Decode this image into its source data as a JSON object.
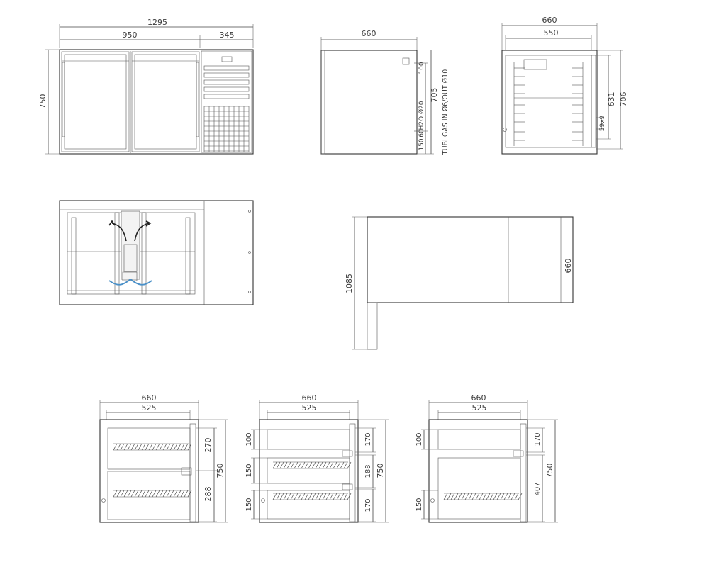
{
  "front_view": {
    "total_width": "1295",
    "left_width": "950",
    "right_width": "345",
    "height": "750"
  },
  "side_view": {
    "depth": "660",
    "height": "705",
    "h1": "100",
    "h2": "150",
    "h3": "60",
    "water_label": "H2O Ø20",
    "gas_label": "TUBI GAS IN Ø6/OUT Ø10"
  },
  "rear_view": {
    "width": "660",
    "inner_width": "550",
    "h_631": "631",
    "h_706": "706",
    "vent": "59x9"
  },
  "top_view": {
    "width": "660",
    "length": "1085"
  },
  "drawer_views": [
    {
      "width": "660",
      "inner": "525",
      "height": "750",
      "upper": "270",
      "lower": "288"
    },
    {
      "width": "660",
      "inner": "525",
      "height": "750",
      "left_100": "100",
      "left_150a": "150",
      "left_150b": "150",
      "right_170a": "170",
      "right_188": "188",
      "right_170b": "170"
    },
    {
      "width": "660",
      "inner": "525",
      "height": "750",
      "left_100": "100",
      "left_150": "150",
      "right_170": "170",
      "right_407": "407"
    }
  ]
}
